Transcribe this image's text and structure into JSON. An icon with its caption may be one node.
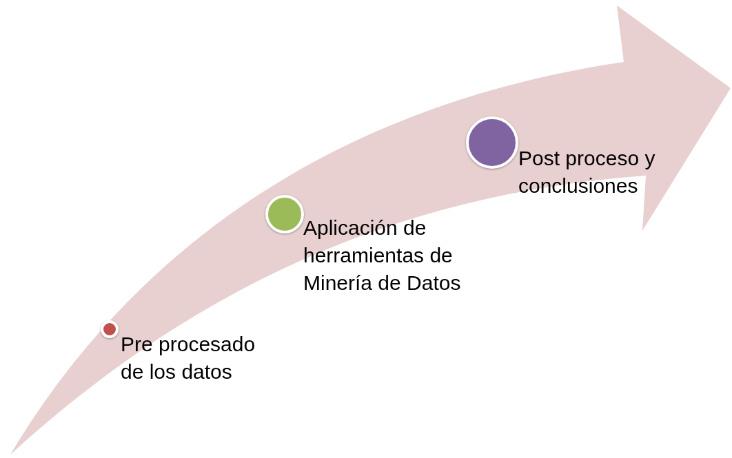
{
  "diagram": {
    "nodes": [
      {
        "text": [
          "Pre procesado de los datos"
        ]
      },
      {
        "text": [
          "Aplicación de herramientas de Minería de Datos"
        ]
      },
      {
        "text": [
          "Post proceso y conclusiones"
        ]
      }
    ]
  }
}
